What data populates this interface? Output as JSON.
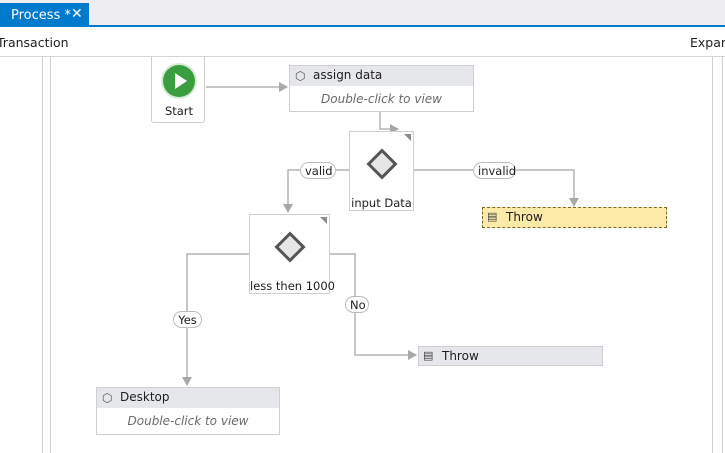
{
  "tab": {
    "title": "Process *",
    "close_glyph": "✕"
  },
  "breadcrumb": {
    "left": "Transaction",
    "right": "Expan"
  },
  "flowchart": {
    "start": {
      "label": "Start"
    },
    "assign": {
      "title": "assign data",
      "body": "Double-click to view"
    },
    "decision1": {
      "label": "input Data",
      "true_label": "valid",
      "false_label": "invalid"
    },
    "decision2": {
      "label": "less then 1000",
      "true_label": "Yes",
      "false_label": "No"
    },
    "throw1": {
      "label": "Throw",
      "selected": true
    },
    "throw2": {
      "label": "Throw",
      "selected": false
    },
    "desktop": {
      "title": "Desktop",
      "body": "Double-click to view"
    }
  },
  "colors": {
    "accent": "#007acc",
    "start_green": "#3a9e3e",
    "selected_fill": "#fde9a8",
    "header_gray": "#e5e7ea"
  }
}
